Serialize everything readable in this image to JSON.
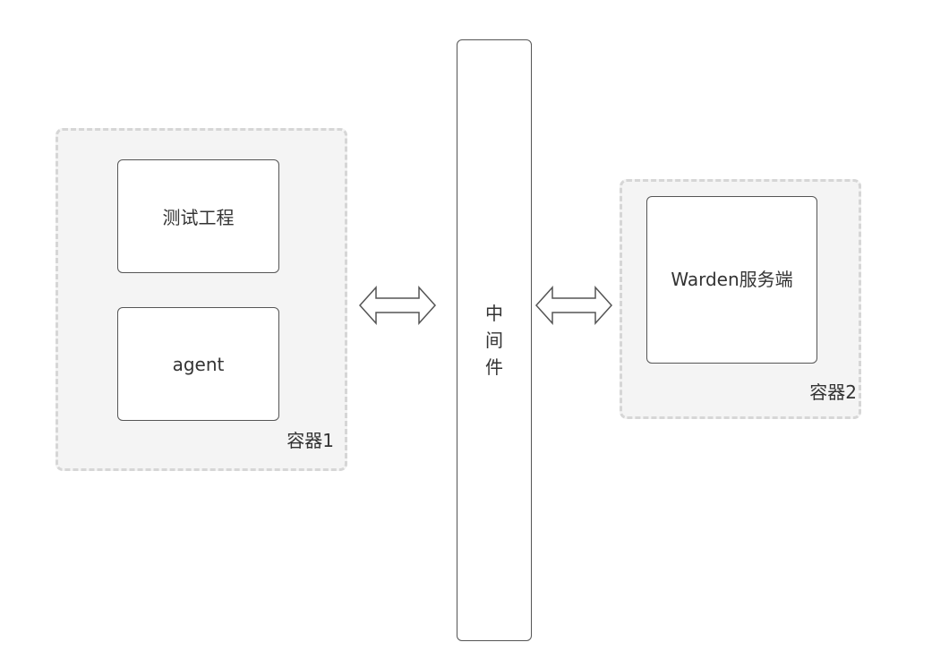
{
  "containers": {
    "container1": {
      "label": "容器1"
    },
    "container2": {
      "label": "容器2"
    }
  },
  "nodes": {
    "test_project": {
      "label": "测试工程"
    },
    "agent": {
      "label": "agent"
    },
    "middleware": {
      "chars": [
        "中",
        "间",
        "件"
      ]
    },
    "warden_server": {
      "label": "Warden服务端"
    }
  },
  "connectors": [
    {
      "from": "容器1",
      "to": "中间件",
      "style": "double-arrow"
    },
    {
      "from": "中间件",
      "to": "容器2",
      "style": "double-arrow"
    }
  ],
  "colors": {
    "container_fill": "#f4f4f4",
    "container_border": "#d6d6d6",
    "node_border": "#555555",
    "text": "#333333"
  }
}
